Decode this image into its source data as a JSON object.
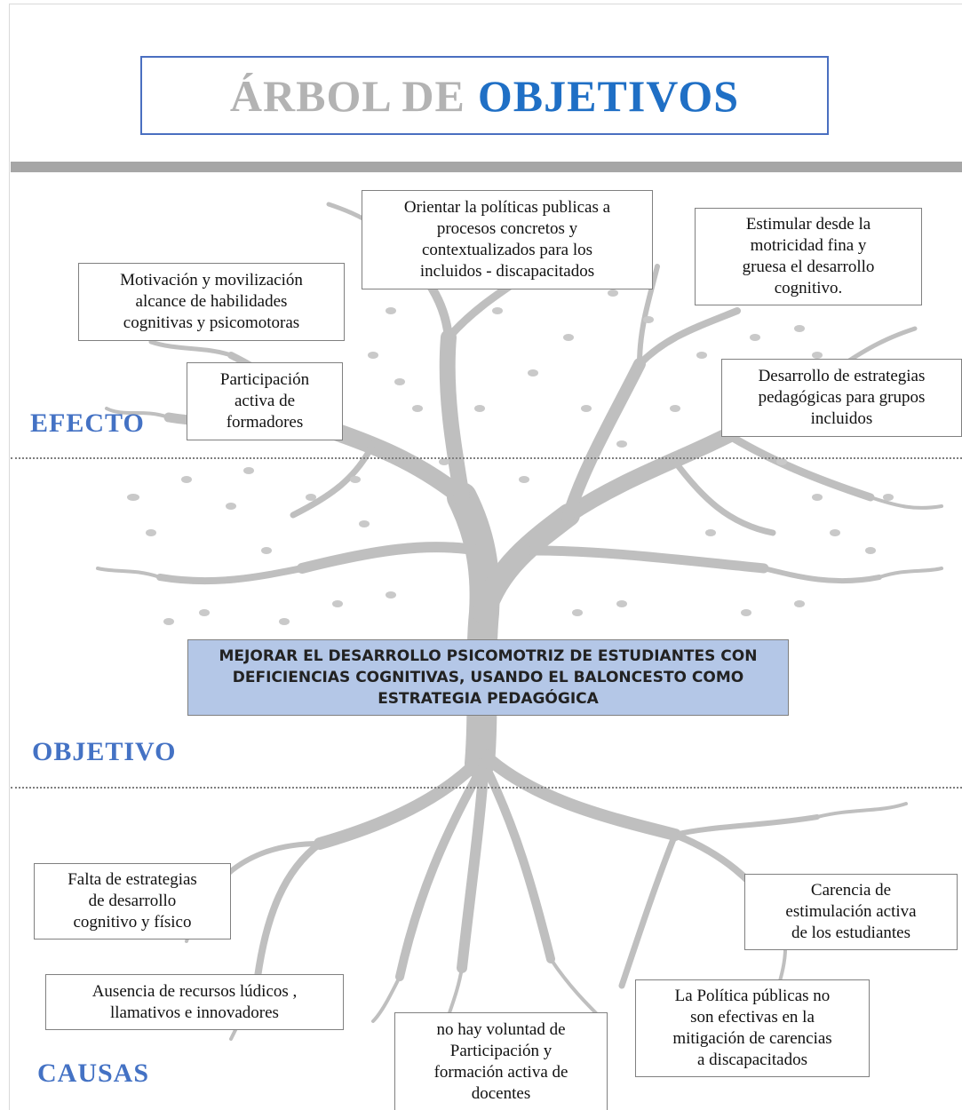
{
  "title": {
    "part1": "ÁRBOL DE",
    "part2": "OBJETIVOS"
  },
  "sections": {
    "effect": "EFECTO",
    "objective": "OBJETIVO",
    "causes": "CAUSAS"
  },
  "objective_text": "MEJORAR EL DESARROLLO PSICOMOTRIZ DE ESTUDIANTES CON\nDEFICIENCIAS COGNITIVAS, USANDO EL BALONCESTO COMO\nESTRATEGIA PEDAGÓGICA",
  "effects": [
    "Orientar la políticas publicas a\nprocesos concretos y\ncontextualizados  para los\nincluidos  - discapacitados",
    "Estimular desde  la\nmotricidad fina y\ngruesa  el desarrollo\ncognitivo.",
    "Motivación y movilización\nalcance de habilidades\ncognitivas y psicomotoras",
    "Participación\nactiva de\nformadores",
    "Desarrollo de estrategias\npedagógicas para grupos\nincluidos"
  ],
  "causes": [
    "Falta de estrategias\nde desarrollo\ncognitivo  y físico",
    "Carencia de\nestimulación activa\nde los estudiantes",
    "Ausencia  de  recursos lúdicos ,\nllamativos e innovadores",
    "La Política públicas no\nson efectivas en la\nmitigación de carencias\na discapacitados",
    "no hay voluntad de\nParticipación y\nformación activa de\ndocentes"
  ],
  "colors": {
    "title_gray": "#b3b3b3",
    "title_blue": "#1f6fc5",
    "section_blue": "#4472c4",
    "goal_fill": "#b4c7e7",
    "tree": "#bfbfbf"
  }
}
